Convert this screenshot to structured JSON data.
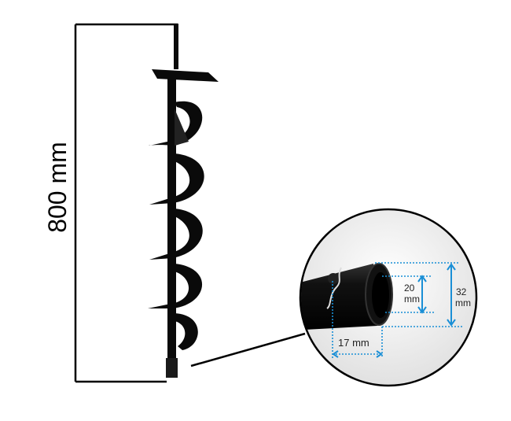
{
  "dimensions": {
    "length": "800 mm",
    "inner_diameter_value": "20",
    "inner_diameter_unit": "mm",
    "outer_diameter_value": "32",
    "outer_diameter_unit": "mm",
    "pin_distance": "17 mm"
  },
  "colors": {
    "dimension_line": "#000000",
    "callout_accent": "#1a8fd6",
    "auger": "#0a0a0a"
  }
}
